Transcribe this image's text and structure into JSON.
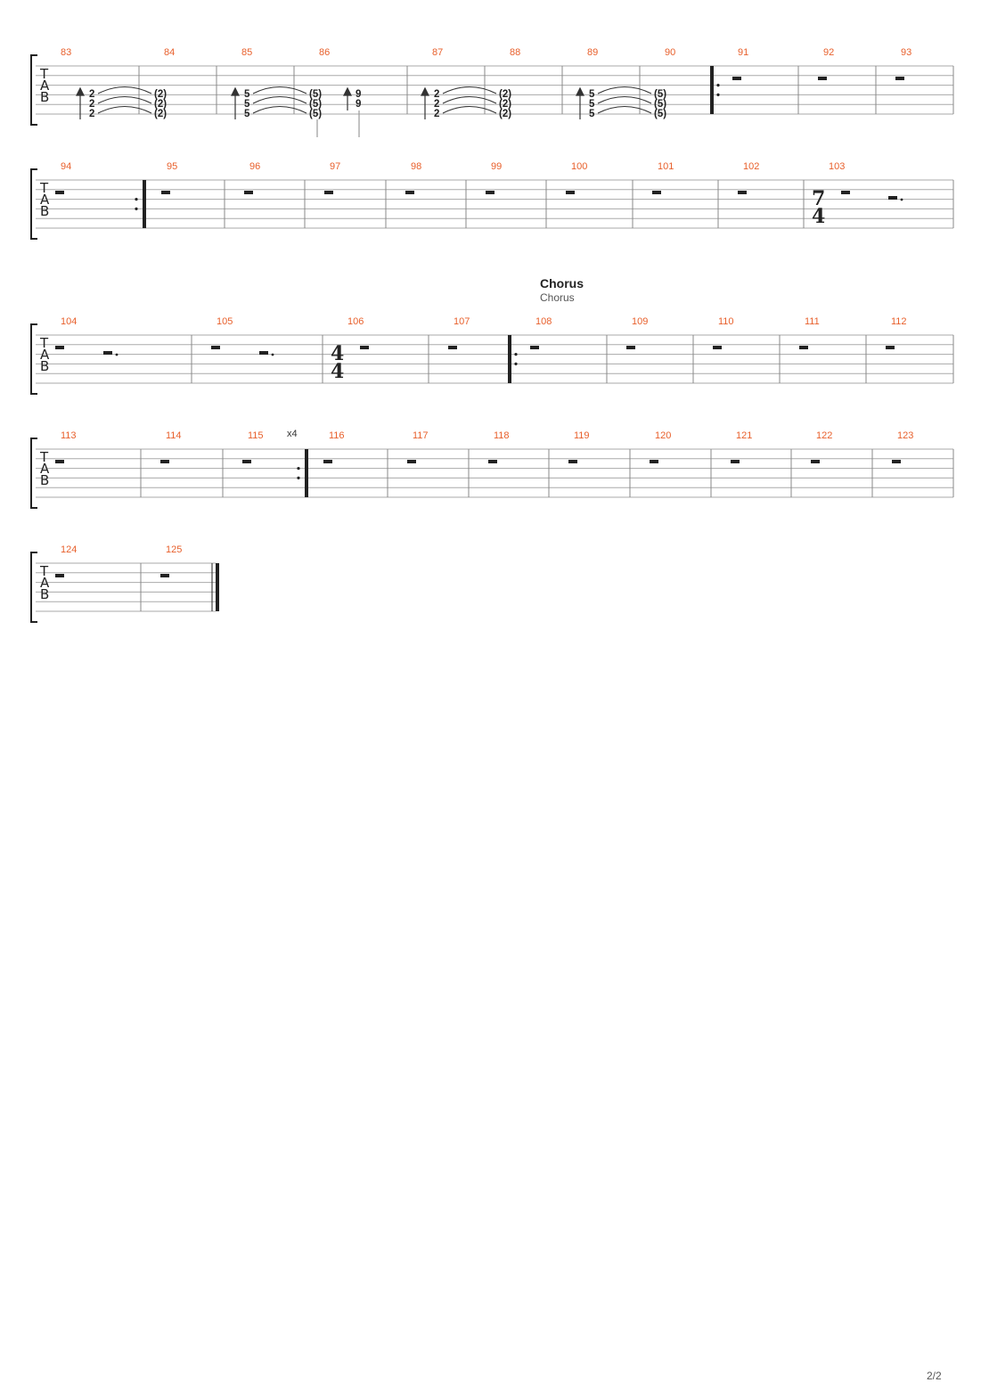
{
  "tab_labels": [
    "T",
    "A",
    "B"
  ],
  "page_number": "2/2",
  "systems": [
    {
      "measures": [
        {
          "number": "83"
        },
        {
          "number": "84"
        },
        {
          "number": "85"
        },
        {
          "number": "86"
        },
        {
          "number": "87"
        },
        {
          "number": "88"
        },
        {
          "number": "89"
        },
        {
          "number": "90"
        },
        {
          "number": "91",
          "repeat_start": true
        },
        {
          "number": "92"
        },
        {
          "number": "93"
        }
      ]
    },
    {
      "measures": [
        {
          "number": "94",
          "repeat_end": true
        },
        {
          "number": "95"
        },
        {
          "number": "96"
        },
        {
          "number": "97"
        },
        {
          "number": "98"
        },
        {
          "number": "99"
        },
        {
          "number": "100"
        },
        {
          "number": "101"
        },
        {
          "number": "102"
        },
        {
          "number": "103",
          "time_signature": [
            "7",
            "4"
          ]
        }
      ]
    },
    {
      "section": {
        "title": "Chorus",
        "subtitle": "Chorus"
      },
      "measures": [
        {
          "number": "104"
        },
        {
          "number": "105"
        },
        {
          "number": "106",
          "time_signature": [
            "4",
            "4"
          ]
        },
        {
          "number": "107"
        },
        {
          "number": "108",
          "repeat_start": true
        },
        {
          "number": "109"
        },
        {
          "number": "110"
        },
        {
          "number": "111"
        },
        {
          "number": "112"
        }
      ]
    },
    {
      "measures": [
        {
          "number": "113"
        },
        {
          "number": "114"
        },
        {
          "number": "115",
          "repeat_end": true,
          "repeat_count": "x4"
        },
        {
          "number": "116"
        },
        {
          "number": "117"
        },
        {
          "number": "118"
        },
        {
          "number": "119"
        },
        {
          "number": "120"
        },
        {
          "number": "121"
        },
        {
          "number": "122"
        },
        {
          "number": "123"
        }
      ]
    },
    {
      "measures": [
        {
          "number": "124"
        },
        {
          "number": "125",
          "final_barline": true
        }
      ]
    }
  ],
  "notes": {
    "m83": [
      "2",
      "2",
      "2"
    ],
    "m84": [
      "(2)",
      "(2)",
      "(2)"
    ],
    "m85": [
      "5",
      "5",
      "5"
    ],
    "m86_tied": [
      "(5)",
      "(5)",
      "(5)"
    ],
    "m86_chord": [
      "9",
      "9"
    ],
    "m87": [
      "2",
      "2",
      "2"
    ],
    "m88": [
      "(2)",
      "(2)",
      "(2)"
    ],
    "m89": [
      "5",
      "5",
      "5"
    ],
    "m90": [
      "(5)",
      "(5)",
      "(5)"
    ]
  }
}
